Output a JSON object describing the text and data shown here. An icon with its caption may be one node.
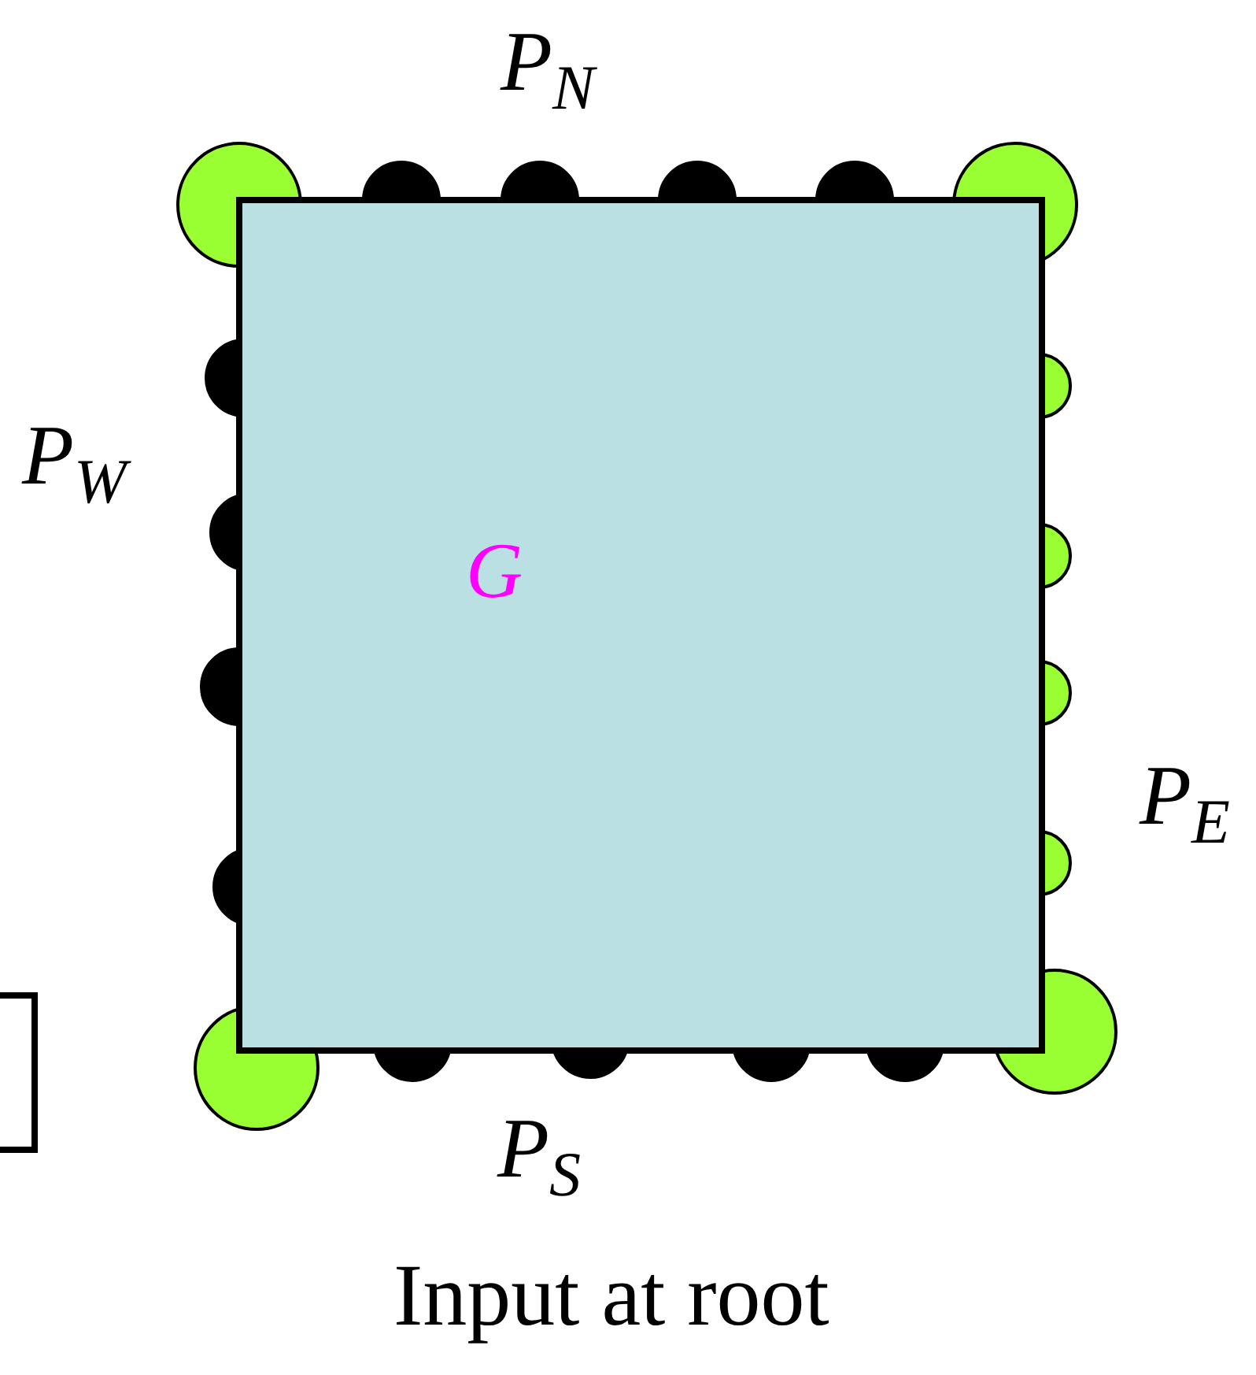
{
  "diagram": {
    "caption": "Input at root",
    "nodes": [
      {
        "text": [
          "G"
        ]
      }
    ],
    "labels": [
      "P$_{N}$",
      "P$_{W}$",
      "P$_{E}$",
      "P$_{S}$"
    ]
  }
}
